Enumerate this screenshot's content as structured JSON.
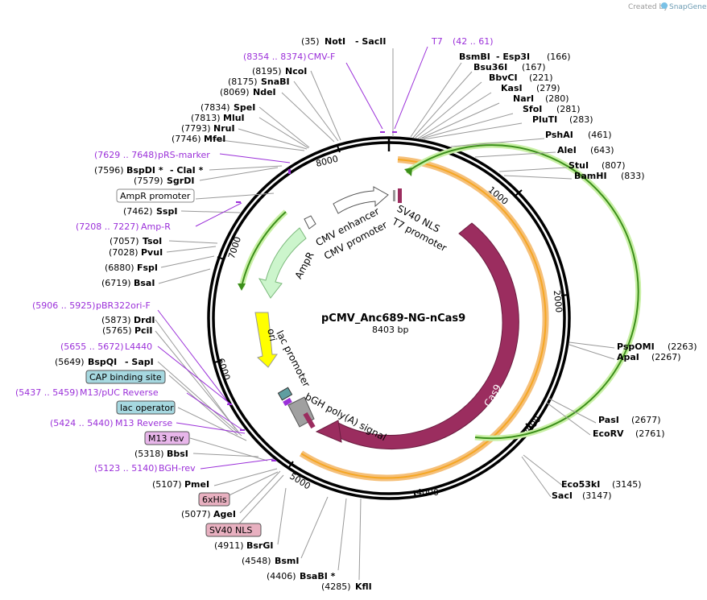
{
  "brand": {
    "prefix": "Created by",
    "name": "SnapGene"
  },
  "plasmid": {
    "name": "pCMV_Anc689-NG-nCas9",
    "length": "8403 bp"
  },
  "ticks": [
    "1000",
    "2000",
    "3000",
    "4000",
    "5000",
    "6000",
    "7000",
    "8000"
  ],
  "features": {
    "cmv_enhancer": "CMV enhancer",
    "cmv_promoter": "CMV promoter",
    "sv40_nls": "SV40 NLS",
    "t7_promoter": "T7 promoter",
    "ampr": "AmpR",
    "ori": "ori",
    "lac_promoter": "lac promoter",
    "bgh": "bGH poly(A) signal",
    "cas9": "Cas9"
  },
  "site_labels": [
    {
      "pos": "(35)",
      "name": "NotI",
      "extra": "- SacII"
    },
    {
      "pos": "",
      "name": "BsmBI",
      "extra": "- Esp3I",
      "pos2": "(166)"
    },
    {
      "pos": "",
      "name": "Bsu36I",
      "pos2": "(167)"
    },
    {
      "pos": "",
      "name": "BbvCI",
      "pos2": "(221)"
    },
    {
      "pos": "",
      "name": "KasI",
      "pos2": "(279)"
    },
    {
      "pos": "",
      "name": "NarI",
      "pos2": "(280)"
    },
    {
      "pos": "",
      "name": "SfoI",
      "pos2": "(281)"
    },
    {
      "pos": "",
      "name": "PluTI",
      "pos2": "(283)"
    },
    {
      "pos": "",
      "name": "PshAI",
      "pos2": "(461)"
    },
    {
      "pos": "",
      "name": "AleI",
      "pos2": "(643)"
    },
    {
      "pos": "",
      "name": "StuI",
      "pos2": "(807)"
    },
    {
      "pos": "",
      "name": "BamHI",
      "pos2": "(833)"
    },
    {
      "pos": "",
      "name": "PspOMI",
      "pos2": "(2263)"
    },
    {
      "pos": "",
      "name": "ApaI",
      "pos2": "(2267)"
    },
    {
      "pos": "",
      "name": "PasI",
      "pos2": "(2677)"
    },
    {
      "pos": "",
      "name": "EcoRV",
      "pos2": "(2761)"
    },
    {
      "pos": "",
      "name": "Eco53kI",
      "pos2": "(3145)"
    },
    {
      "pos": "",
      "name": "SacI",
      "pos2": "(3147)"
    },
    {
      "pos": "(4285)",
      "name": "KflI"
    },
    {
      "pos": "(4406)",
      "name": "BsaBI *"
    },
    {
      "pos": "(4548)",
      "name": "BsmI"
    },
    {
      "pos": "(4911)",
      "name": "BsrGI"
    },
    {
      "pos": "(5077)",
      "name": "AgeI"
    },
    {
      "pos": "(5107)",
      "name": "PmeI"
    },
    {
      "pos": "(5318)",
      "name": "BbsI"
    },
    {
      "pos": "(5649)",
      "name": "BspQI",
      "extra": "- SapI"
    },
    {
      "pos": "(5765)",
      "name": "PciI"
    },
    {
      "pos": "(5873)",
      "name": "DrdI"
    },
    {
      "pos": "(6719)",
      "name": "BsaI"
    },
    {
      "pos": "(6880)",
      "name": "FspI"
    },
    {
      "pos": "(7028)",
      "name": "PvuI"
    },
    {
      "pos": "(7057)",
      "name": "TsoI"
    },
    {
      "pos": "(7462)",
      "name": "SspI"
    },
    {
      "pos": "(7579)",
      "name": "SgrDI"
    },
    {
      "pos": "(7596)",
      "name": "BspDI *",
      "extra": "- ClaI *"
    },
    {
      "pos": "(7746)",
      "name": "MfeI"
    },
    {
      "pos": "(7793)",
      "name": "NruI"
    },
    {
      "pos": "(7813)",
      "name": "MluI"
    },
    {
      "pos": "(7834)",
      "name": "SpeI"
    },
    {
      "pos": "(8069)",
      "name": "NdeI"
    },
    {
      "pos": "(8175)",
      "name": "SnaBI"
    },
    {
      "pos": "(8195)",
      "name": "NcoI"
    }
  ],
  "primers": [
    {
      "range": "(8354 .. 8374)",
      "name": "CMV-F"
    },
    {
      "range": "",
      "name": "T7",
      "range2": "(42 .. 61)"
    },
    {
      "range": "(7629 .. 7648)",
      "name": "pRS-marker"
    },
    {
      "range": "(7208 .. 7227)",
      "name": "Amp-R"
    },
    {
      "range": "(5906 .. 5925)",
      "name": "pBR322ori-F"
    },
    {
      "range": "(5655 .. 5672)",
      "name": "L4440"
    },
    {
      "range": "(5437 .. 5459)",
      "name": "M13/pUC Reverse"
    },
    {
      "range": "(5424 .. 5440)",
      "name": "M13 Reverse"
    },
    {
      "range": "(5123 .. 5140)",
      "name": "BGH-rev"
    }
  ],
  "boxed_features": [
    {
      "name": "AmpR promoter"
    },
    {
      "name": "CAP binding site"
    },
    {
      "name": "lac operator"
    },
    {
      "name": "M13 rev"
    },
    {
      "name": "6xHis"
    },
    {
      "name": "SV40 NLS"
    }
  ],
  "colors": {
    "cas9": "#9b2d5f",
    "ampr": "#ccf5cc",
    "ori": "#ffff00",
    "primer": "#9b30d9",
    "orange_band": "#f5a623",
    "green_arrow": "#3c8f1a",
    "cap_box": "#a6d8e0",
    "lac_box": "#a6d8e0",
    "m13_box": "#e8b6ea",
    "his_box": "#e8b0c0",
    "sv40_box": "#e8b0c0"
  }
}
